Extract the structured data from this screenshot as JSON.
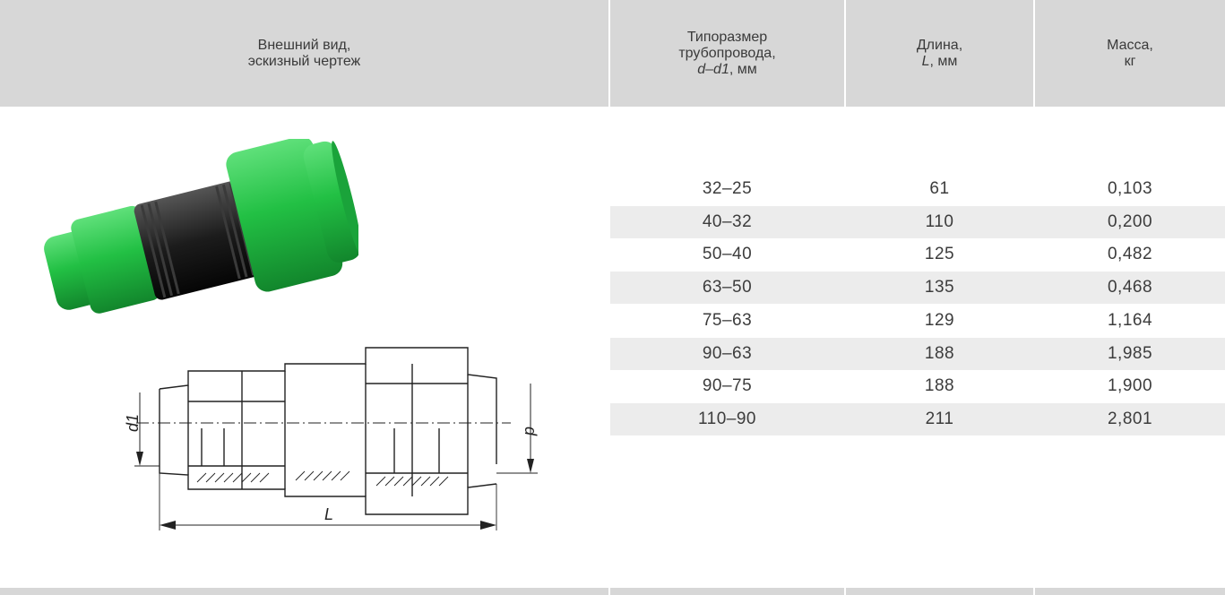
{
  "header": {
    "col1": {
      "line1": "Внешний вид,",
      "line2": "эскизный чертеж"
    },
    "col2": {
      "line1": "Типоразмер",
      "line2": "трубопровода,",
      "line3_italic": "d–d1",
      "line3_rest": ", мм"
    },
    "col3": {
      "line1": "Длина,",
      "line2_italic": "L",
      "line2_rest": ", мм"
    },
    "col4": {
      "line1": "Масса,",
      "line2": "кг"
    }
  },
  "drawing": {
    "label_d1": "d1",
    "label_d": "d",
    "label_L": "L"
  },
  "rows": [
    {
      "size": "32–25",
      "length": "61",
      "mass": "0,103"
    },
    {
      "size": "40–32",
      "length": "110",
      "mass": "0,200"
    },
    {
      "size": "50–40",
      "length": "125",
      "mass": "0,482"
    },
    {
      "size": "63–50",
      "length": "135",
      "mass": "0,468"
    },
    {
      "size": "75–63",
      "length": "129",
      "mass": "1,164"
    },
    {
      "size": "90–63",
      "length": "188",
      "mass": "1,985"
    },
    {
      "size": "90–75",
      "length": "188",
      "mass": "1,900"
    },
    {
      "size": "110–90",
      "length": "211",
      "mass": "2,801"
    }
  ],
  "colors": {
    "header_bg": "#d7d7d7",
    "row_shade": "#ececec",
    "fitting_green": "#2fbf4a"
  }
}
